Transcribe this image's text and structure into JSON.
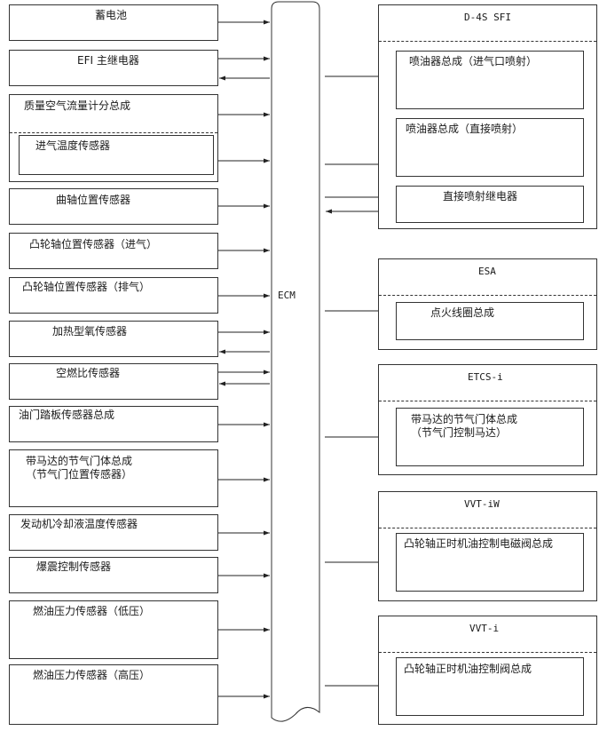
{
  "ecm": {
    "label": "ECM"
  },
  "inputs": {
    "battery": "蓄电池",
    "efi_relay": "EFI 主继电器",
    "maf": "质量空气流量计分总成",
    "intake_temp": "进气温度传感器",
    "crank_pos": "曲轴位置传感器",
    "cam_intake": "凸轮轴位置传感器（进气）",
    "cam_exhaust": "凸轮轴位置传感器（排气）",
    "heated_o2": "加热型氧传感器",
    "af_sensor": "空燃比传感器",
    "accel_pedal": "油门踏板传感器总成",
    "throttle_motor": "带马达的节气门体总成\n（节气门位置传感器）",
    "coolant_temp": "发动机冷却液温度传感器",
    "knock": "爆震控制传感器",
    "fuel_low": "燃油压力传感器（低压）",
    "fuel_high": "燃油压力传感器（高压）"
  },
  "outputs": {
    "d4s": {
      "title": "D-4S SFI",
      "port_injector": "喷油器总成（进气口喷射）",
      "direct_injector": "喷油器总成（直接喷射）",
      "direct_relay": "直接喷射继电器"
    },
    "esa": {
      "title": "ESA",
      "ignition_coil": "点火线圈总成"
    },
    "etcs": {
      "title": "ETCS-i",
      "throttle_motor": "带马达的节气门体总成\n（节气门控制马达）"
    },
    "vvt_iw": {
      "title": "VVT-iW",
      "ocv": "凸轮轴正时机油控制电磁阀总成"
    },
    "vvt_i": {
      "title": "VVT-i",
      "ocv": "凸轮轴正时机油控制阀总成"
    }
  }
}
